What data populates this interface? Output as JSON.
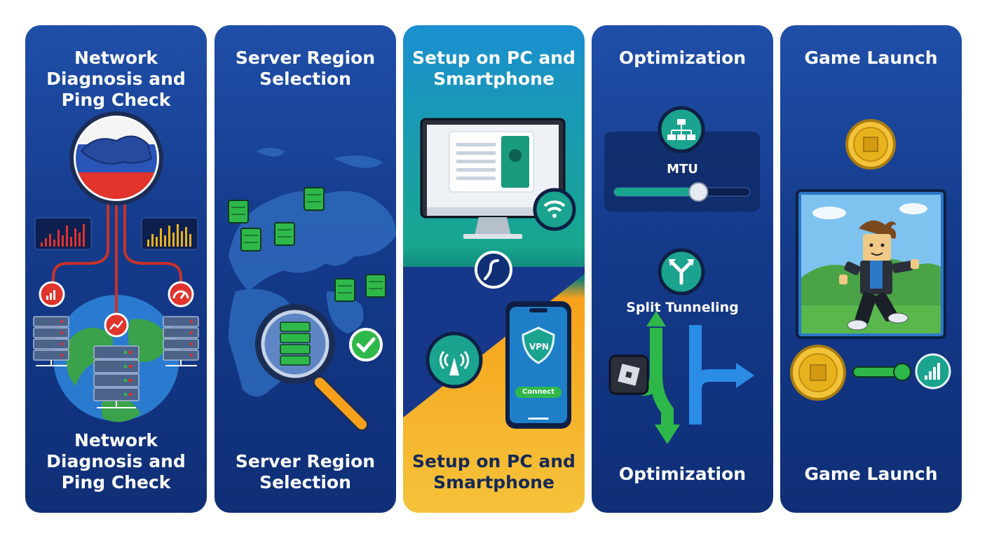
{
  "panels": [
    {
      "title": "Network Diagnosis and Ping Check",
      "caption": "Network Diagnosis and Ping Check"
    },
    {
      "title": "Server Region Selection",
      "caption": "Server Region Selection"
    },
    {
      "title": "Setup on PC and Smartphone",
      "caption": "Setup on PC and Smartphone",
      "phone": {
        "shield_text": "VPN",
        "connect_label": "Connect"
      }
    },
    {
      "title": "Optimization",
      "caption": "Optimization",
      "mtu_label": "MTU",
      "mtu_level": 0.62,
      "split_label": "Split Tunneling"
    },
    {
      "title": "Game Launch",
      "caption": "Game Launch"
    }
  ],
  "icons": [
    "russia-map-icon",
    "bar-chart-icon",
    "speedometer-icon",
    "server-rack-icon",
    "globe-icon",
    "map-pin-icon",
    "magnifier-icon",
    "check-icon",
    "monitor-icon",
    "wifi-icon",
    "vpn-logo-icon",
    "antenna-icon",
    "smartphone-icon",
    "network-icon",
    "split-icon",
    "roblox-logo-icon",
    "coin-icon",
    "signal-icon",
    "game-character-icon"
  ],
  "colors": {
    "panel": "#143a8a",
    "green": "#2fb84a",
    "orange": "#f7a11a",
    "red": "#e0342c",
    "teal": "#1aa38f",
    "gold": "#e8b21c"
  }
}
